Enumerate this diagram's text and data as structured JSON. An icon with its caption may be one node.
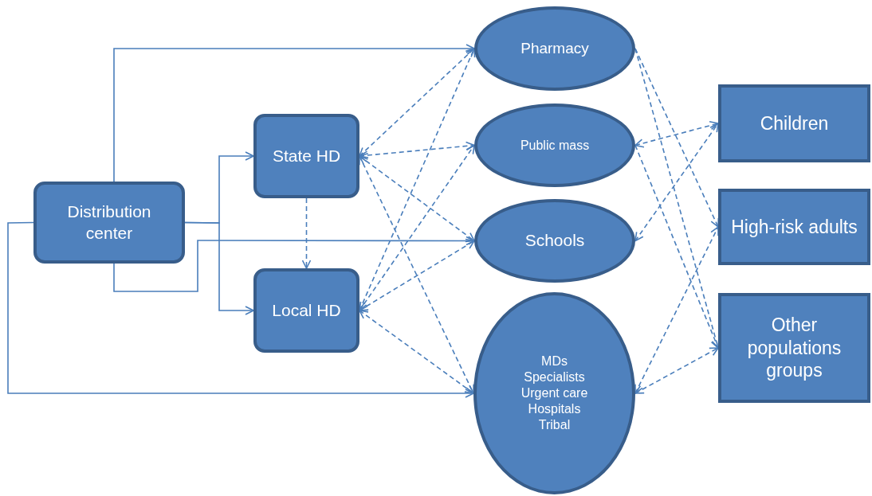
{
  "diagram": {
    "nodes": [
      {
        "text": [
          "Distribution center"
        ]
      },
      {
        "text": [
          "State HD"
        ]
      },
      {
        "text": [
          "Local HD"
        ]
      },
      {
        "text": [
          "Pharmacy"
        ]
      },
      {
        "text": [
          "Public mass"
        ]
      },
      {
        "text": [
          "Schools"
        ]
      },
      {
        "text": [
          "MDs",
          "Specialists",
          "Urgent care",
          "Hospitals",
          "Tribal"
        ]
      },
      {
        "text": [
          "Children"
        ]
      },
      {
        "text": [
          "High-risk adults"
        ]
      },
      {
        "text": [
          "Other populations groups"
        ]
      }
    ],
    "edges": [
      {
        "from": 0,
        "to": 3,
        "arrow": "to"
      },
      {
        "from": 0,
        "to": 1,
        "arrow": "to"
      },
      {
        "from": 0,
        "to": 2,
        "arrow": "to"
      },
      {
        "from": 0,
        "to": 5,
        "arrow": "to"
      },
      {
        "from": 0,
        "to": 6,
        "arrow": "to"
      },
      {
        "from": 1,
        "to": 3,
        "arrow": "both",
        "style": "dashed"
      },
      {
        "from": 1,
        "to": 4,
        "arrow": "both",
        "style": "dashed"
      },
      {
        "from": 1,
        "to": 5,
        "arrow": "both",
        "style": "dashed"
      },
      {
        "from": 1,
        "to": 6,
        "arrow": "both",
        "style": "dashed"
      },
      {
        "from": 2,
        "to": 3,
        "arrow": "both",
        "style": "dashed"
      },
      {
        "from": 2,
        "to": 4,
        "arrow": "both",
        "style": "dashed"
      },
      {
        "from": 2,
        "to": 5,
        "arrow": "both",
        "style": "dashed"
      },
      {
        "from": 2,
        "to": 6,
        "arrow": "both",
        "style": "dashed"
      },
      {
        "from": 1,
        "to": 2,
        "arrow": "to",
        "style": "dashed"
      },
      {
        "from": 3,
        "to": 8,
        "arrow": "to",
        "style": "dashed"
      },
      {
        "from": 3,
        "to": 9,
        "arrow": "to",
        "style": "dashed"
      },
      {
        "from": 4,
        "to": 7,
        "arrow": "both",
        "style": "dashed"
      },
      {
        "from": 4,
        "to": 9,
        "arrow": "to",
        "style": "dashed"
      },
      {
        "from": 5,
        "to": 7,
        "arrow": "both",
        "style": "dashed"
      },
      {
        "from": 6,
        "to": 8,
        "arrow": "both",
        "style": "dashed"
      },
      {
        "from": 6,
        "to": 9,
        "arrow": "both",
        "style": "dashed"
      }
    ]
  }
}
